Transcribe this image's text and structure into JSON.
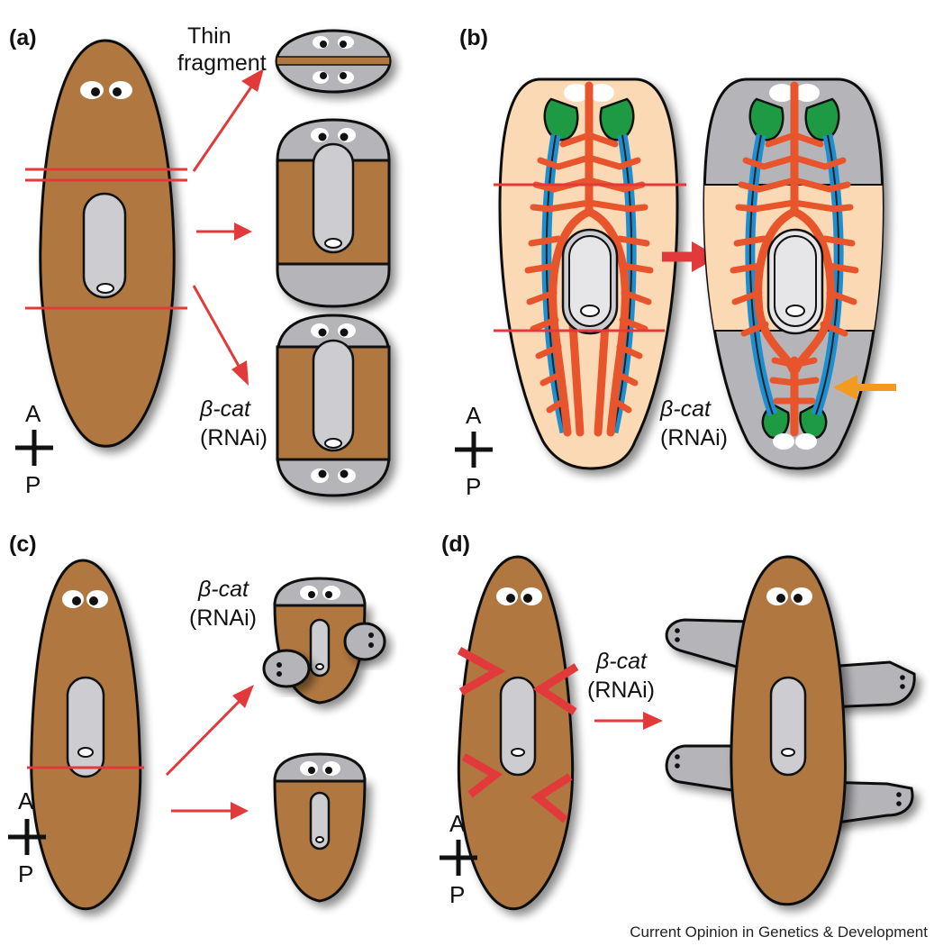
{
  "panels": {
    "a": {
      "label": "(a)",
      "thin_fragment_line1": "Thin",
      "thin_fragment_line2": "fragment",
      "rnai_gene": "β-cat",
      "rnai_suffix": "(RNAi)",
      "axis_a": "A",
      "axis_p": "P"
    },
    "b": {
      "label": "(b)",
      "rnai_gene": "β-cat",
      "rnai_suffix": "(RNAi)",
      "axis_a": "A",
      "axis_p": "P"
    },
    "c": {
      "label": "(c)",
      "rnai_gene": "β-cat",
      "rnai_suffix": "(RNAi)",
      "axis_a": "A",
      "axis_p": "P"
    },
    "d": {
      "label": "(d)",
      "rnai_gene": "β-cat",
      "rnai_suffix": "(RNAi)",
      "axis_a": "A",
      "axis_p": "P"
    }
  },
  "footer": "Current Opinion in Genetics & Development",
  "colors": {
    "worm_body": "#b07840",
    "regenerated_tissue": "#b5b5b9",
    "cut_and_arrows": "#e23a3a",
    "nervous_system": "#e8552c",
    "nerve_cords": "#1d8fd1",
    "brain": "#1f9a44",
    "pre_existing_tissue_b": "#fbd9b5",
    "highlight_arrow": "#f39a22"
  }
}
